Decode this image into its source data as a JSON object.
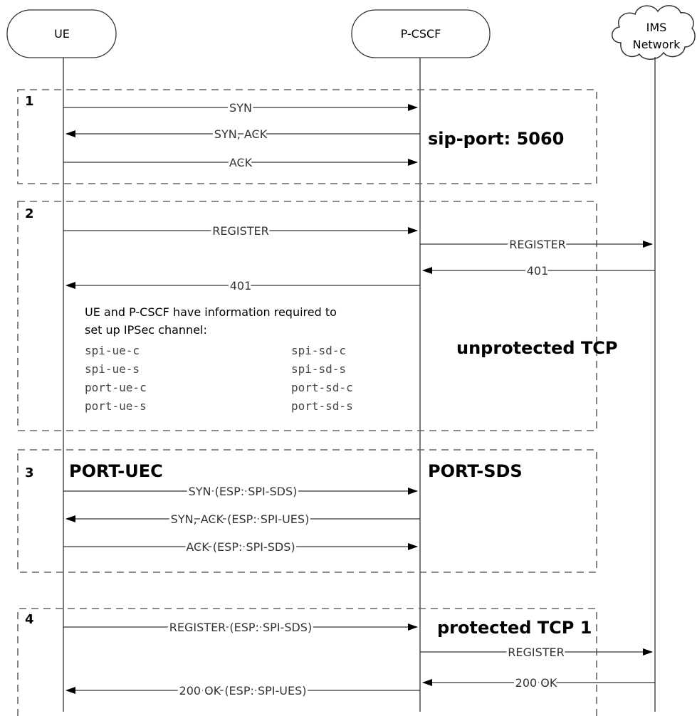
{
  "participants": {
    "ue": "UE",
    "pcscf": "P-CSCF",
    "ims_line1": "IMS",
    "ims_line2": "Network"
  },
  "groups": [
    {
      "number": "1",
      "title": "sip-port: 5060",
      "messages": [
        "SYN",
        "SYN, ACK",
        "ACK"
      ]
    },
    {
      "number": "2",
      "title": "unprotected TCP",
      "messages": [
        "REGISTER",
        "REGISTER",
        "401",
        "401"
      ],
      "note": {
        "line1": "UE and P-CSCF have information required to",
        "line2": "set up IPSec channel:",
        "ue_params": [
          "spi-ue-c",
          "spi-ue-s",
          "port-ue-c",
          "port-ue-s"
        ],
        "sd_params": [
          "spi-sd-c",
          "spi-sd-s",
          "port-sd-c",
          "port-sd-s"
        ]
      }
    },
    {
      "number": "3",
      "ue_port": "PORT-UEC",
      "pcscf_port": "PORT-SDS",
      "messages": [
        "SYN (ESP: SPI-SDS)",
        "SYN, ACK (ESP: SPI-UES)",
        "ACK (ESP: SPI-SDS)"
      ]
    },
    {
      "number": "4",
      "title": "protected TCP 1",
      "messages": [
        "REGISTER (ESP: SPI-SDS)",
        "REGISTER",
        "200 OK",
        "200 OK (ESP: SPI-UES)"
      ]
    }
  ]
}
